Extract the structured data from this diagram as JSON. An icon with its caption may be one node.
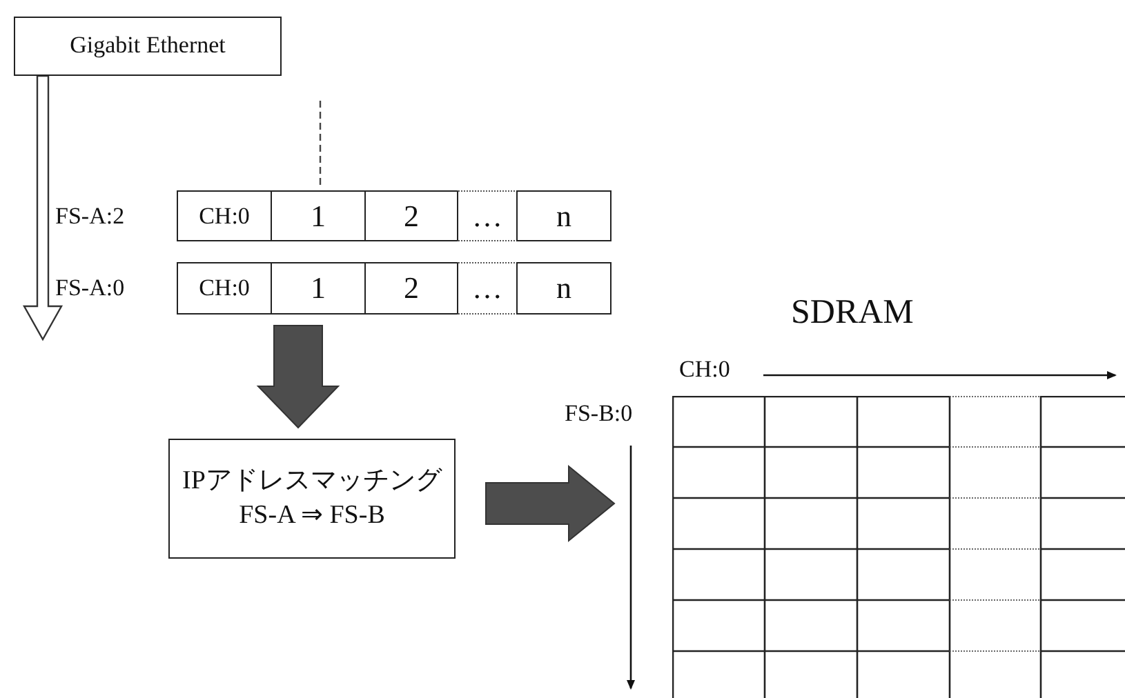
{
  "diagram": {
    "nodes": [
      {
        "text": [
          "Gigabit Ethernet"
        ]
      },
      {
        "text": [
          "FS-A:2"
        ]
      },
      {
        "text": [
          "CH:0"
        ],
        "in": 1
      },
      {
        "text": [
          "1"
        ],
        "in": 1
      },
      {
        "text": [
          "2"
        ],
        "in": 1
      },
      {
        "text": [
          "…"
        ],
        "in": 1
      },
      {
        "text": [
          "n"
        ],
        "in": 1
      },
      {
        "text": [
          "FS-A:0"
        ]
      },
      {
        "text": [
          "CH:0"
        ],
        "in": 7
      },
      {
        "text": [
          "1"
        ],
        "in": 7
      },
      {
        "text": [
          "2"
        ],
        "in": 7
      },
      {
        "text": [
          "…"
        ],
        "in": 7
      },
      {
        "text": [
          "n"
        ],
        "in": 7
      },
      {
        "text": [
          "IPアドレスマッチング",
          "FS-A ⇒ FS-B"
        ]
      },
      {
        "text": [
          "SDRAM"
        ]
      }
    ],
    "edges": [
      {
        "from": 0,
        "to": null,
        "arrow": "to"
      },
      {
        "from": null,
        "to": 3,
        "arrow": "none",
        "style": "dashed"
      },
      {
        "from": 7,
        "to": 13,
        "arrow": "to",
        "style": "thick"
      },
      {
        "from": 13,
        "to": 14,
        "arrow": "to",
        "style": "thick"
      }
    ],
    "labels": [
      "CH:0",
      "FS-B:0"
    ]
  }
}
